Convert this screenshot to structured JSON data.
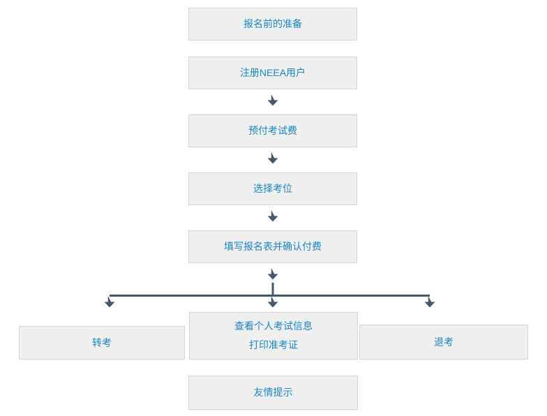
{
  "flowchart": {
    "title_hint": "exam-registration-process-flow",
    "nodes": {
      "prep": {
        "label": "报名前的准备"
      },
      "register": {
        "label": "注册NEEA用户"
      },
      "prepay": {
        "label": "预付考试费"
      },
      "choose_seat": {
        "label": "选择考位"
      },
      "fill_form": {
        "label": "填写报名表并确认付费"
      },
      "transfer": {
        "label": "转考"
      },
      "view_info": {
        "lines": [
          "查看个人考试信息",
          "打印准考证"
        ]
      },
      "withdraw": {
        "label": "退考"
      },
      "tips": {
        "label": "友情提示"
      }
    },
    "icons": {
      "flow_arrow": "down-arrow-icon"
    }
  },
  "colors": {
    "node_fill": "#efefef",
    "node_border": "#d5d5d5",
    "label_text": "#1787c8",
    "connector": "#45586b",
    "page_bg": "#ffffff"
  }
}
